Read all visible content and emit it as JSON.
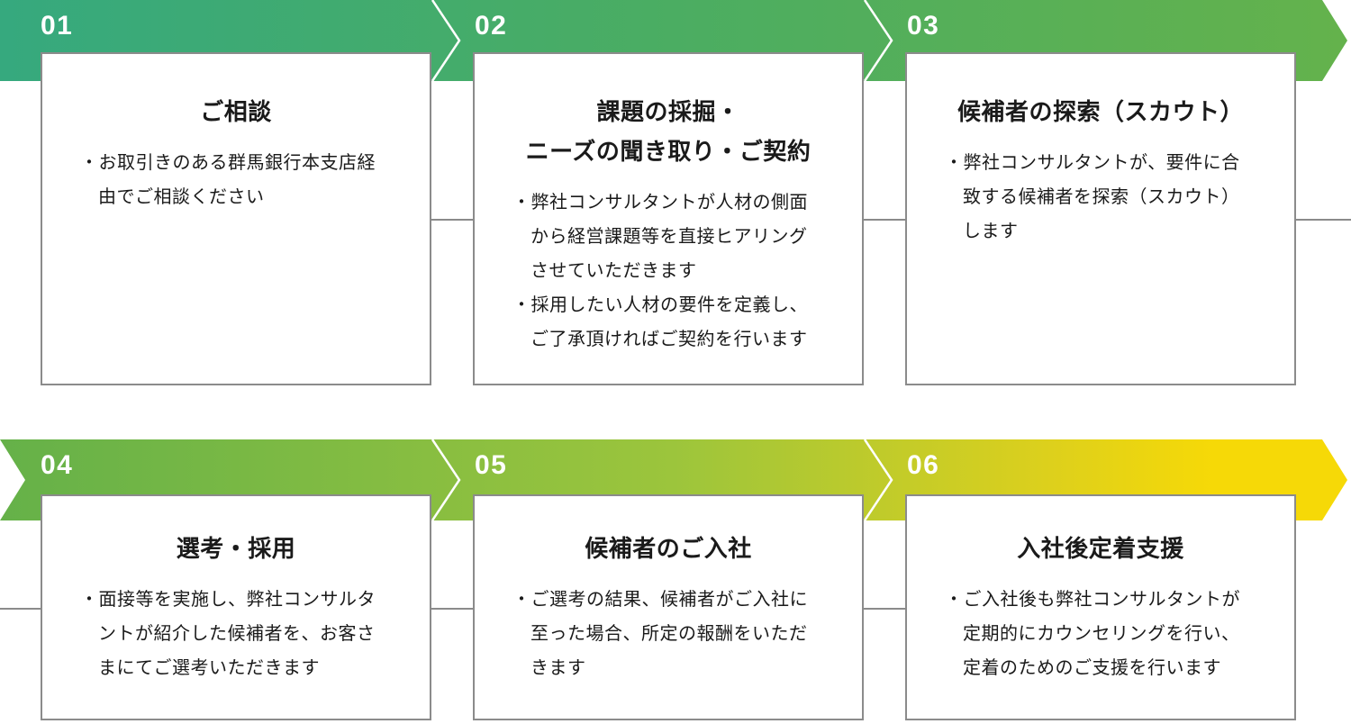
{
  "colors": {
    "row1_start": "#36a97e",
    "row1_mid": "#4bad62",
    "row1_end": "#64b24c",
    "row2_start": "#65b149",
    "row2_mid": "#9cc53c",
    "row2_late": "#ddd01c",
    "row2_end": "#f6d907",
    "card_border": "#8b8b8b",
    "text": "#1a1a1a"
  },
  "steps": [
    {
      "number": "01",
      "title": "ご相談",
      "bullets": [
        "・お取引きのある群馬銀行本支店経由でご相談ください"
      ]
    },
    {
      "number": "02",
      "title": "課題の採掘・\nニーズの聞き取り・ご契約",
      "bullets": [
        "・弊社コンサルタントが人材の側面から経営課題等を直接ヒアリングさせていただきます",
        "・採用したい人材の要件を定義し、ご了承頂ければご契約を行います"
      ]
    },
    {
      "number": "03",
      "title": "候補者の探索（スカウト）",
      "bullets": [
        "・弊社コンサルタントが、要件に合致する候補者を探索（スカウト）します"
      ]
    },
    {
      "number": "04",
      "title": "選考・採用",
      "bullets": [
        "・面接等を実施し、弊社コンサルタントが紹介した候補者を、お客さまにてご選考いただきます"
      ]
    },
    {
      "number": "05",
      "title": "候補者のご入社",
      "bullets": [
        "・ご選考の結果、候補者がご入社に至った場合、所定の報酬をいただきます"
      ]
    },
    {
      "number": "06",
      "title": "入社後定着支援",
      "bullets": [
        "・ご入社後も弊社コンサルタントが定期的にカウンセリングを行い、定着のためのご支援を行います"
      ]
    }
  ]
}
